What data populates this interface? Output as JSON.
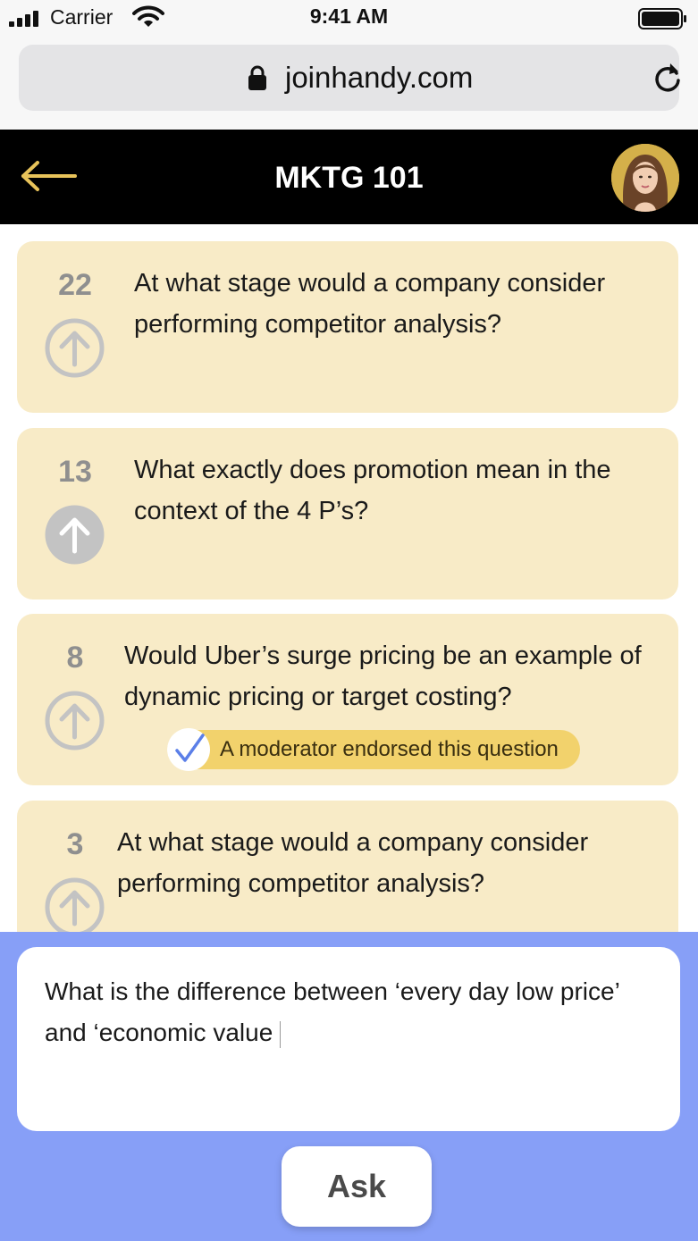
{
  "status_bar": {
    "carrier": "Carrier",
    "time": "9:41 AM"
  },
  "browser": {
    "url": "joinhandy.com"
  },
  "header": {
    "title": "MKTG 101",
    "back_icon": "arrow-left-icon",
    "avatar": "user-avatar"
  },
  "colors": {
    "card_bg": "#f8ebc7",
    "header_bg": "#000000",
    "accent_gold": "#e8c35a",
    "composer_bg": "#879ff7",
    "upvote_gray": "#c3c3c3",
    "endorse_badge": "#f2d26c",
    "check_blue": "#5b7fe8"
  },
  "questions": [
    {
      "votes": "22",
      "text": "At what stage would a company consider performing competitor analysis?",
      "upvoted": false
    },
    {
      "votes": "13",
      "text": "What exactly does promotion mean in the context of the 4 P’s?",
      "upvoted": true
    },
    {
      "votes": "8",
      "text": "Would Uber’s surge pricing be an example of dynamic pricing or target costing?",
      "upvoted": false,
      "endorsement": "A moderator endorsed this question"
    },
    {
      "votes": "3",
      "text": "At what stage would a company consider performing competitor analysis?",
      "upvoted": false
    }
  ],
  "composer": {
    "value": "What is the difference between ‘every day low price’ and ‘economic value",
    "ask_label": "Ask"
  }
}
